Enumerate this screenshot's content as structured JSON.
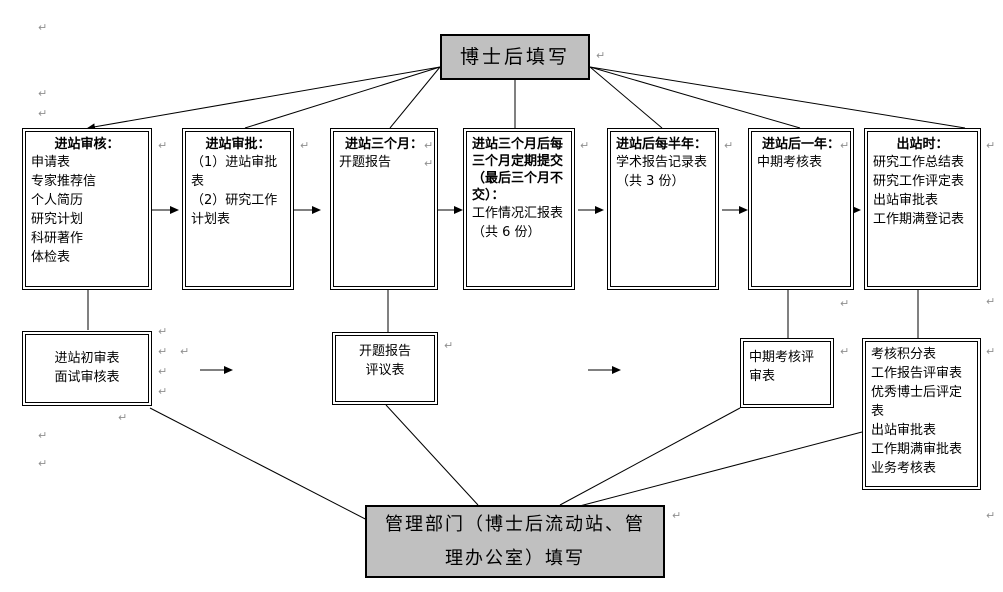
{
  "diagram": {
    "title_top": "博士后填写",
    "title_bottom": "管理部门（博士后流动站、管理办公室）填写",
    "accent_fill": "#c0c0c0",
    "line_color": "#000000",
    "paragraph_mark": "↵"
  },
  "stages": [
    {
      "id": "stage-1",
      "heading": "进站审核：",
      "items": [
        "申请表",
        "专家推荐信",
        "个人简历",
        "研究计划",
        "科研著作",
        "体检表"
      ]
    },
    {
      "id": "stage-2",
      "heading": "进站审批：",
      "items": [
        "（1）进站审批表",
        "（2）研究工作计划表"
      ]
    },
    {
      "id": "stage-3",
      "heading": "进站三个月：",
      "items": [
        "开题报告"
      ]
    },
    {
      "id": "stage-4",
      "heading": "进站三个月后每三个月定期提交（最后三个月不交）：",
      "items": [
        "工作情况汇报表（共 6 份）"
      ]
    },
    {
      "id": "stage-5",
      "heading": "进站后每半年：",
      "items": [
        "学术报告记录表（共 3 份）"
      ]
    },
    {
      "id": "stage-6",
      "heading": "进站后一年：",
      "items": [
        "中期考核表"
      ]
    },
    {
      "id": "stage-7",
      "heading": "出站时：",
      "items": [
        "研究工作总结表",
        "研究工作评定表",
        "出站审批表",
        "工作期满登记表"
      ]
    }
  ],
  "admin_boxes": [
    {
      "id": "admin-1",
      "items": [
        "进站初审表",
        "面试审核表"
      ]
    },
    {
      "id": "admin-2",
      "items": [
        "开题报告",
        "评议表"
      ]
    },
    {
      "id": "admin-3",
      "items": [
        "中期考核评",
        "审表"
      ]
    },
    {
      "id": "admin-4",
      "items": [
        "考核积分表",
        "工作报告评审表",
        "优秀博士后评定表",
        "出站审批表",
        "工作期满审批表",
        "业务考核表"
      ]
    }
  ]
}
